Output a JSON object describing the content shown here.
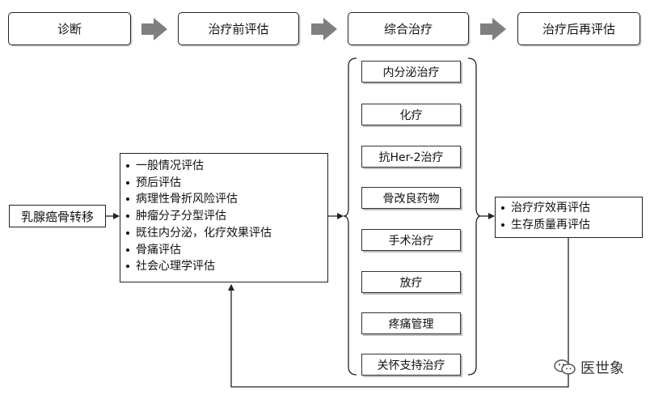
{
  "stages": [
    "诊断",
    "治疗前评估",
    "综合治疗",
    "治疗后再评估"
  ],
  "start_node": "乳腺癌骨转移",
  "assessment_items": [
    "一般情况评估",
    "预后评估",
    "病理性骨折风险评估",
    "肿瘤分子分型评估",
    "既往内分泌，化疗效果评估",
    "骨痛评估",
    "社会心理学评估"
  ],
  "treatments": [
    "内分泌治疗",
    "化疗",
    "抗Her-2治疗",
    "骨改良药物",
    "手术治疗",
    "放疗",
    "疼痛管理",
    "关怀支持治疗"
  ],
  "outcome_items": [
    "治疗疗效再评估",
    "生存质量再评估"
  ],
  "watermark": "医世象",
  "colors": {
    "arrow_gray": "#7f7f7f",
    "line": "#222222"
  }
}
